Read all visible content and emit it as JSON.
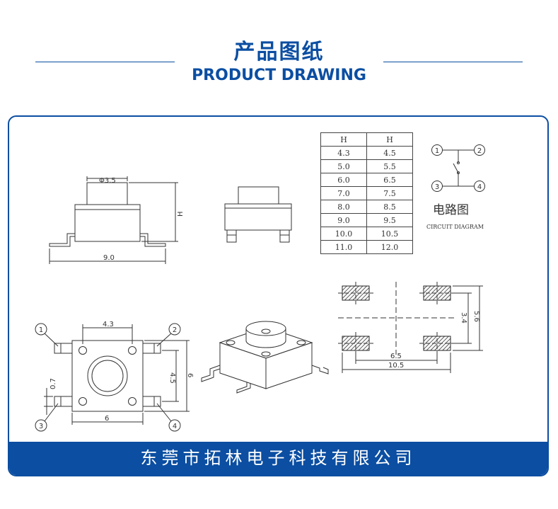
{
  "header": {
    "title_cn": "产品图纸",
    "title_en": "PRODUCT DRAWING"
  },
  "dimensions": {
    "diameter": "Φ3.5",
    "height": "H",
    "width_9": "9.0",
    "pin_spacing": "4.3",
    "pitch_45": "4.5",
    "body_6_bottom": "6",
    "body_6_side": "6",
    "pin_width": "0.7",
    "pad_65": "6.5",
    "pad_105": "10.5",
    "pad_34": "3.4",
    "pad_56": "5.6"
  },
  "pins": [
    "1",
    "2",
    "3",
    "4"
  ],
  "height_table": {
    "headers": [
      "H",
      "H"
    ],
    "rows": [
      [
        "4.3",
        "4.5"
      ],
      [
        "5.0",
        "5.5"
      ],
      [
        "6.0",
        "6.5"
      ],
      [
        "7.0",
        "7.5"
      ],
      [
        "8.0",
        "8.5"
      ],
      [
        "9.0",
        "9.5"
      ],
      [
        "10.0",
        "10.5"
      ],
      [
        "11.0",
        "12.0"
      ]
    ]
  },
  "circuit": {
    "label_cn": "电路图",
    "label_en": "CIRCUIT DIAGRAM"
  },
  "footer": {
    "company": "东莞市拓林电子科技有限公司"
  }
}
